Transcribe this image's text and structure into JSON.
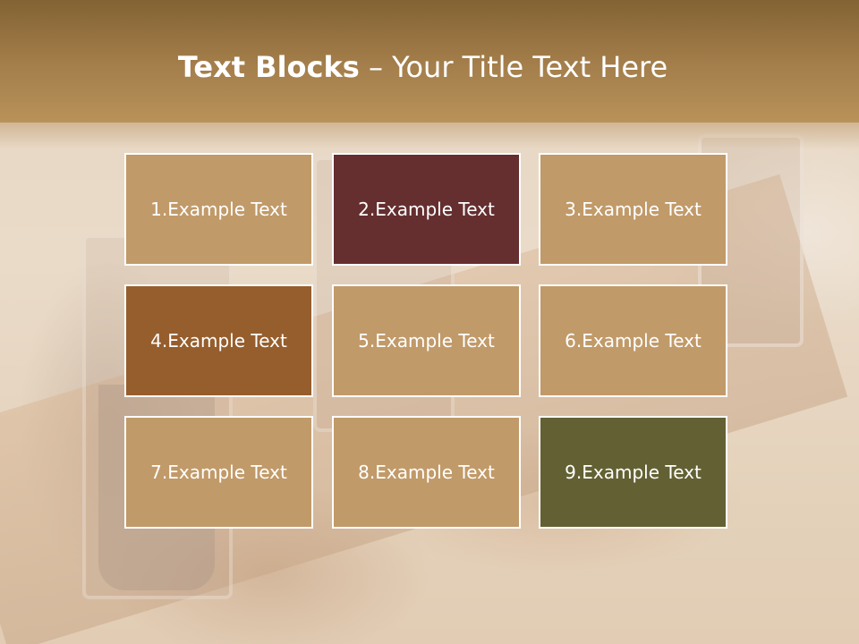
{
  "title": {
    "bold": "Text Blocks",
    "light": "– Your Title Text Here"
  },
  "blocks": [
    {
      "label": "1.Example Text",
      "color": "#c19a69"
    },
    {
      "label": "2.Example Text",
      "color": "#652e2f"
    },
    {
      "label": "3.Example Text",
      "color": "#c19a69"
    },
    {
      "label": "4.Example Text",
      "color": "#965e2d"
    },
    {
      "label": "5.Example Text",
      "color": "#c19a69"
    },
    {
      "label": "6.Example Text",
      "color": "#c19a69"
    },
    {
      "label": "7.Example Text",
      "color": "#c19a69"
    },
    {
      "label": "8.Example Text",
      "color": "#c19a69"
    },
    {
      "label": "9.Example Text",
      "color": "#636133"
    }
  ],
  "colors": {
    "header": "#a57f4c",
    "text": "#ffffff",
    "border": "#ffffff"
  }
}
